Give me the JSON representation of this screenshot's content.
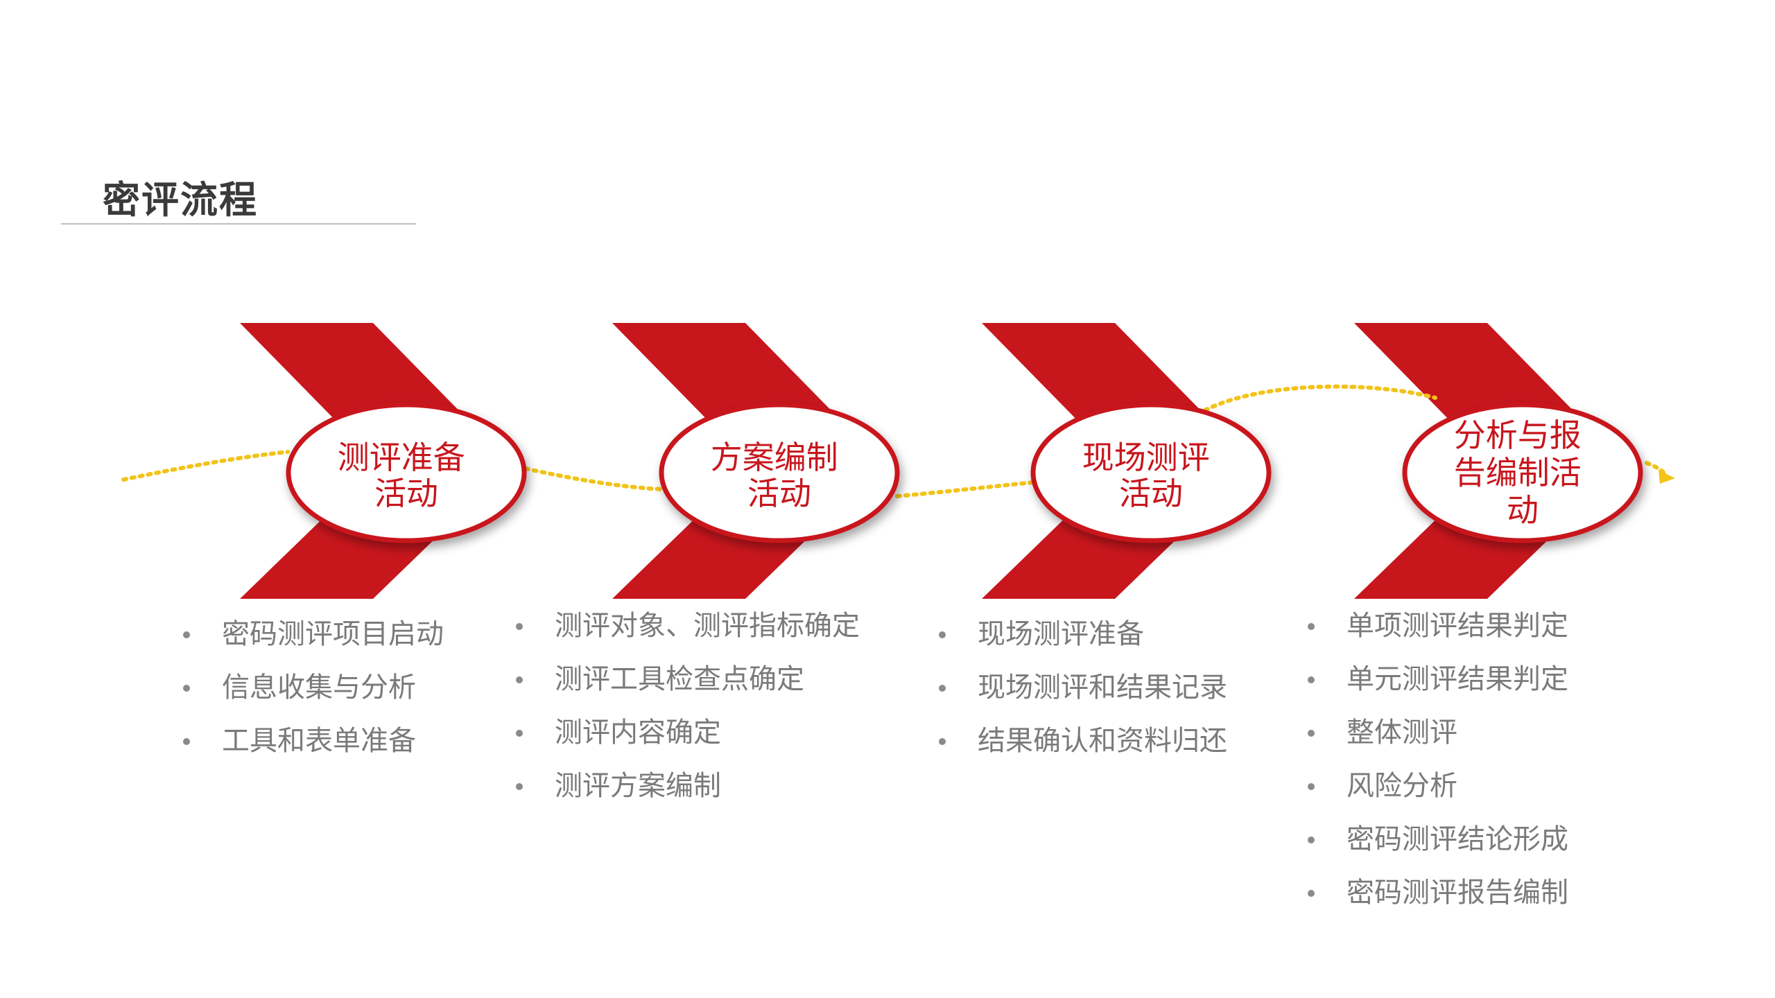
{
  "title": "密评流程",
  "colors": {
    "accent": "#c8161d",
    "timeline": "#f2c318",
    "text": "#7a7a7a"
  },
  "stages": [
    {
      "label_lines": [
        "测评准备",
        "活动"
      ],
      "items": [
        "密码测评项目启动",
        "信息收集与分析",
        "工具和表单准备"
      ]
    },
    {
      "label_lines": [
        "方案编制",
        "活动"
      ],
      "items": [
        "测评对象、测评指标确定",
        "测评工具检查点确定",
        "测评内容确定",
        "测评方案编制"
      ]
    },
    {
      "label_lines": [
        "现场测评",
        "活动"
      ],
      "items": [
        "现场测评准备",
        "现场测评和结果记录",
        "结果确认和资料归还"
      ]
    },
    {
      "label_lines": [
        "分析与报",
        "告编制活",
        "动"
      ],
      "items": [
        "单项测评结果判定",
        "单元测评结果判定",
        "整体测评",
        "风险分析",
        "密码测评结论形成",
        "密码测评报告编制"
      ]
    }
  ]
}
